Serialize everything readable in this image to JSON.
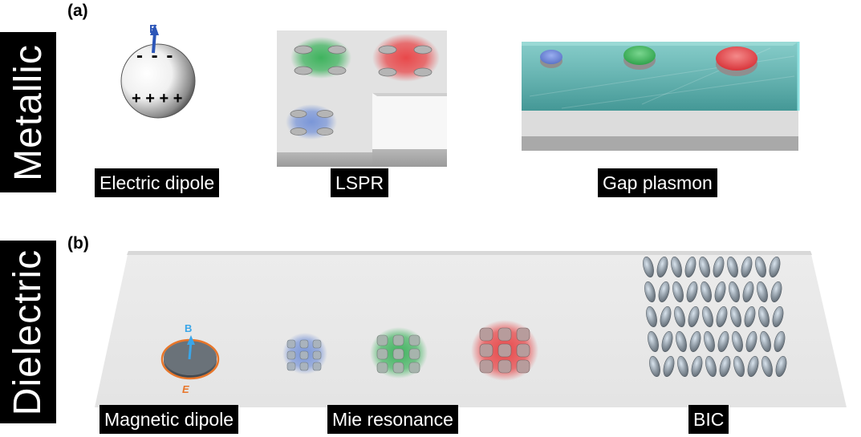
{
  "panels": {
    "a": "(a)",
    "b": "(b)"
  },
  "rows": {
    "metallic": "Metallic",
    "dielectric": "Dielectric"
  },
  "labels": {
    "electric_dipole": "Electric dipole",
    "lspr": "LSPR",
    "gap_plasmon": "Gap plasmon",
    "magnetic_dipole": "Magnetic dipole",
    "mie_resonance": "Mie resonance",
    "bic": "BIC"
  },
  "field_labels": {
    "e_top": "E",
    "b": "B",
    "e_bottom": "E"
  },
  "charges": {
    "negative": "- - -",
    "positive": "+ + + +"
  },
  "colors": {
    "blue": "#7a96d8",
    "green": "#3fb35e",
    "red": "#e8484a",
    "teal": "#5fbcb8",
    "orange": "#e8762a",
    "arrow_blue": "#2c56b8"
  }
}
